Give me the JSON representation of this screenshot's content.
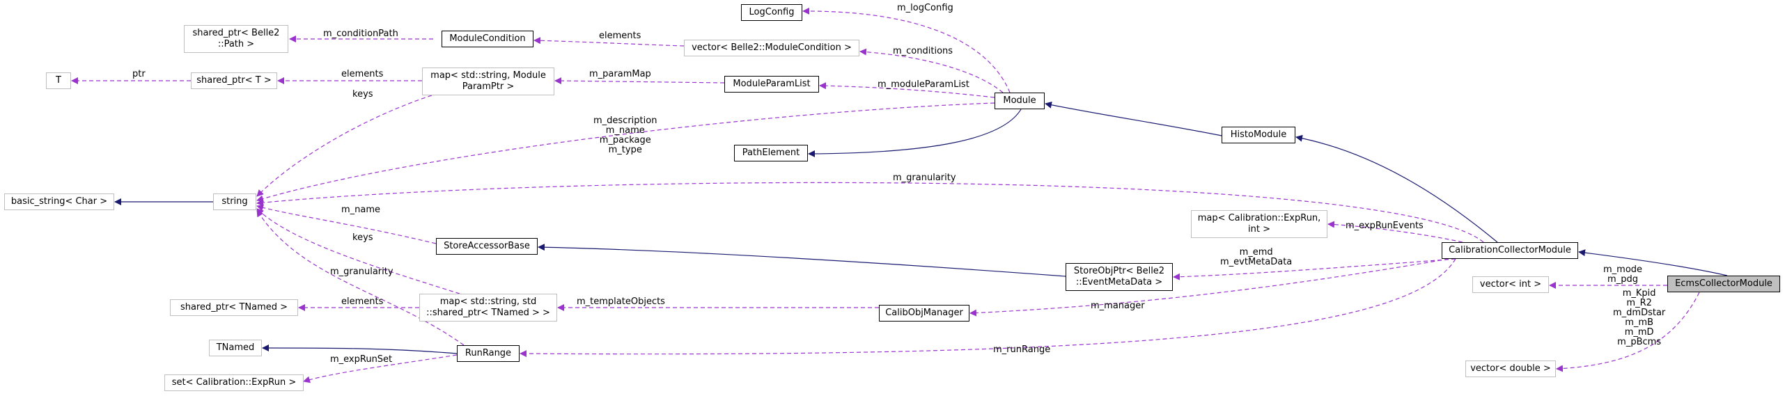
{
  "colors": {
    "inheritance": "#191970",
    "usage": "#9a32cd",
    "focus_fill": "#bfbfbf",
    "external_border": "#bfbfbf"
  },
  "nodes": {
    "ecms_collector_module": [
      "EcmsCollectorModule"
    ],
    "calibration_collector_module": [
      "CalibrationCollectorModule"
    ],
    "histo_module": [
      "HistoModule"
    ],
    "module": [
      "Module"
    ],
    "path_element": [
      "PathElement"
    ],
    "log_config": [
      "LogConfig"
    ],
    "module_condition": [
      "ModuleCondition"
    ],
    "vector_module_condition": [
      "vector< Belle2::ModuleCondition >"
    ],
    "shared_ptr_path": [
      "shared_ptr< Belle2",
      "::Path >"
    ],
    "module_param_list": [
      "ModuleParamList"
    ],
    "map_module_param_ptr": [
      "map< std::string, Module",
      "ParamPtr >"
    ],
    "shared_ptr_t": [
      "shared_ptr< T >"
    ],
    "t": [
      "T"
    ],
    "string": [
      "string"
    ],
    "basic_string": [
      "basic_string< Char >"
    ],
    "store_accessor_base": [
      "StoreAccessorBase"
    ],
    "store_obj_ptr": [
      "StoreObjPtr< Belle2",
      "::EventMetaData >"
    ],
    "map_exp_run": [
      "map< Calibration::ExpRun,",
      "int >"
    ],
    "calib_obj_manager": [
      "CalibObjManager"
    ],
    "map_shared_ptr_tnamed": [
      "map< std::string, std",
      "::shared_ptr< TNamed > >"
    ],
    "shared_ptr_tnamed": [
      "shared_ptr< TNamed >"
    ],
    "tnamed": [
      "TNamed"
    ],
    "run_range": [
      "RunRange"
    ],
    "set_exp_run": [
      "set< Calibration::ExpRun >"
    ],
    "vector_int": [
      "vector< int >"
    ],
    "vector_double": [
      "vector< double >"
    ]
  },
  "edge_labels": {
    "m_conditionPath": [
      "m_conditionPath"
    ],
    "elements_mc": [
      "elements"
    ],
    "m_logConfig": [
      "m_logConfig"
    ],
    "m_conditions": [
      "m_conditions"
    ],
    "ptr": [
      "ptr"
    ],
    "elements_sp": [
      "elements"
    ],
    "m_paramMap": [
      "m_paramMap"
    ],
    "m_moduleParamList": [
      "m_moduleParamList"
    ],
    "keys_upper": [
      "keys"
    ],
    "module_strings": [
      "m_description",
      "m_name",
      "m_package",
      "m_type"
    ],
    "m_granularity_top": [
      "m_granularity"
    ],
    "m_name": [
      "m_name"
    ],
    "keys_lower": [
      "keys"
    ],
    "m_expRunEvents": [
      "m_expRunEvents"
    ],
    "m_emd": [
      "m_emd",
      "m_evtMetaData"
    ],
    "m_mode": [
      "m_mode",
      "m_pdg"
    ],
    "m_granularity_rr": [
      "m_granularity"
    ],
    "elements_tn": [
      "elements"
    ],
    "m_templateObjects": [
      "m_templateObjects"
    ],
    "m_manager": [
      "m_manager"
    ],
    "doubles": [
      "m_Kpid",
      "m_R2",
      "m_dmDstar",
      "m_mB",
      "m_mD",
      "m_pBcms"
    ],
    "m_expRunSet": [
      "m_expRunSet"
    ],
    "m_runRange": [
      "m_runRange"
    ]
  }
}
